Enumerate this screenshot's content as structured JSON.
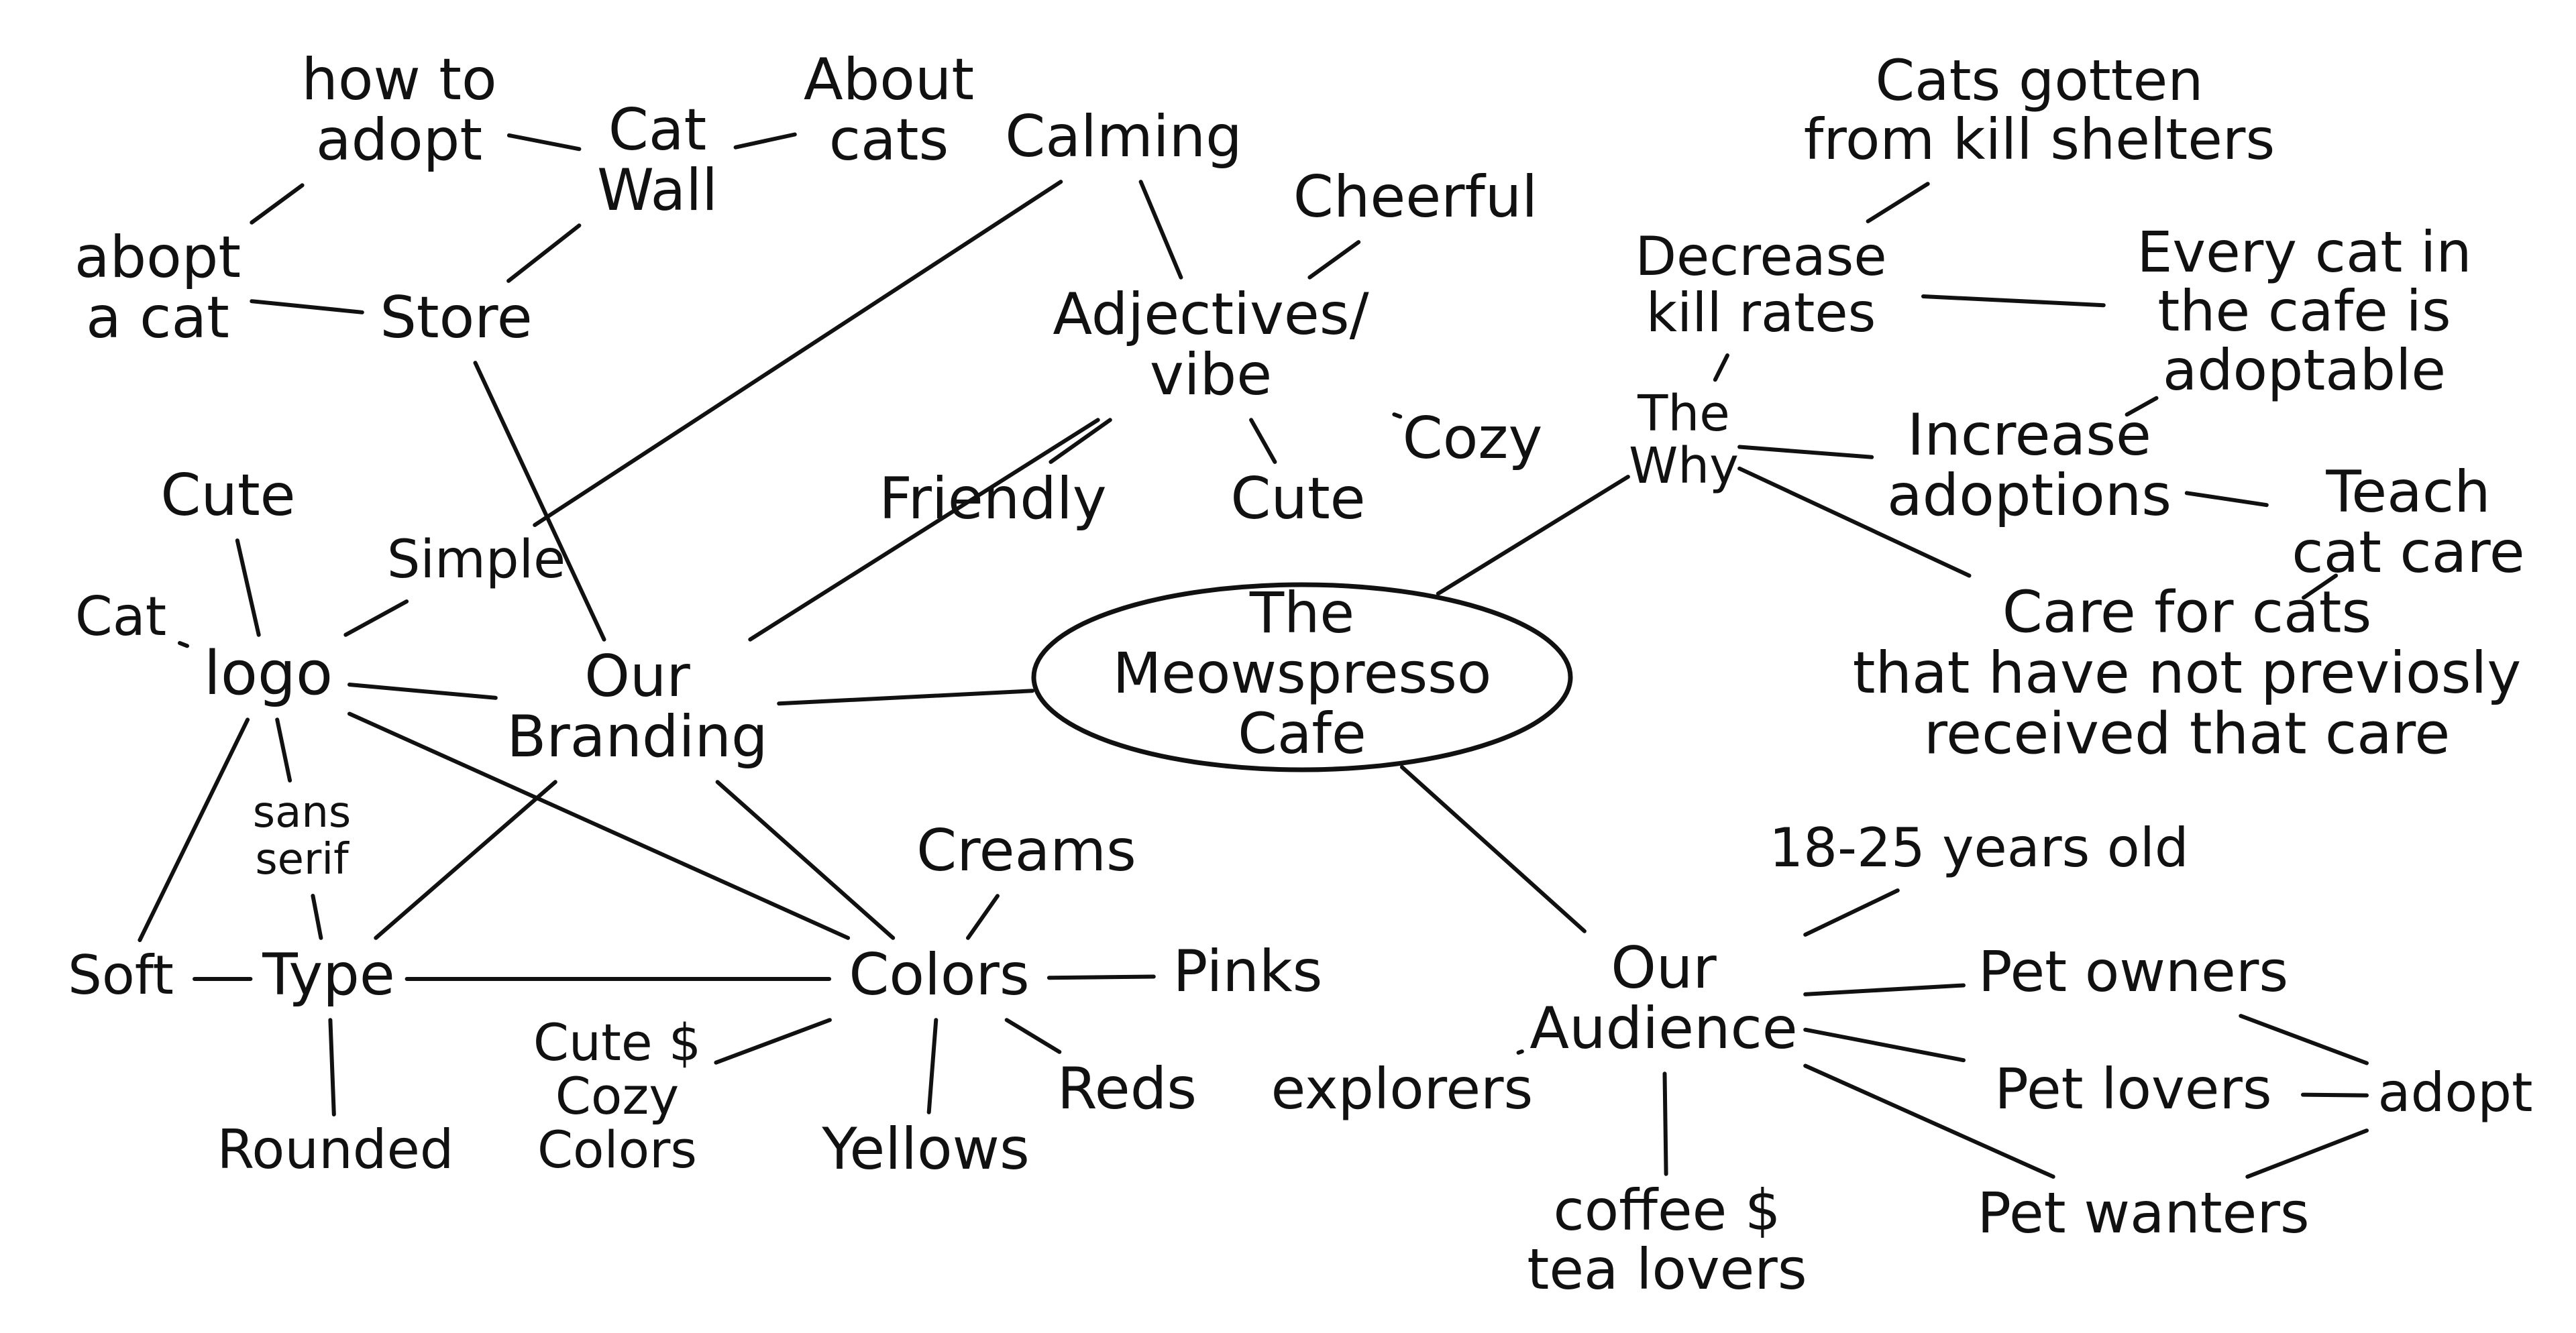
{
  "center": {
    "lines": [
      "The",
      "Meowspresso",
      "Cafe"
    ]
  },
  "nodes": {
    "how_to_adopt": {
      "lines": [
        "how to",
        "adopt"
      ]
    },
    "adopt_a_cat": {
      "lines": [
        "abopt",
        "a cat"
      ]
    },
    "cat_wall": {
      "lines": [
        "Cat",
        "Wall"
      ]
    },
    "about_cats": {
      "lines": [
        "About",
        "cats"
      ]
    },
    "store": {
      "lines": [
        "Store"
      ]
    },
    "calming": {
      "lines": [
        "Calming"
      ]
    },
    "cheerful": {
      "lines": [
        "Cheerful"
      ]
    },
    "adjectives_vibe": {
      "lines": [
        "Adjectives/",
        "vibe"
      ]
    },
    "cozy_vibe": {
      "lines": [
        "Cozy"
      ]
    },
    "friendly": {
      "lines": [
        "Friendly"
      ]
    },
    "cute_vibe": {
      "lines": [
        "Cute"
      ]
    },
    "cute_logo": {
      "lines": [
        "Cute"
      ]
    },
    "simple": {
      "lines": [
        "Simple"
      ]
    },
    "cat_logo": {
      "lines": [
        "Cat"
      ]
    },
    "logo": {
      "lines": [
        "logo"
      ]
    },
    "our_branding": {
      "lines": [
        "Our",
        "Branding"
      ]
    },
    "sans_serif": {
      "lines": [
        "sans",
        "serif"
      ]
    },
    "soft": {
      "lines": [
        "Soft"
      ]
    },
    "type": {
      "lines": [
        "Type"
      ]
    },
    "rounded": {
      "lines": [
        "Rounded"
      ]
    },
    "creams": {
      "lines": [
        "Creams"
      ]
    },
    "colors": {
      "lines": [
        "Colors"
      ]
    },
    "pinks": {
      "lines": [
        "Pinks"
      ]
    },
    "cute_cozy_colors": {
      "lines": [
        "Cute $",
        "Cozy",
        "Colors"
      ]
    },
    "reds": {
      "lines": [
        "Reds"
      ]
    },
    "yellows": {
      "lines": [
        "Yellows"
      ]
    },
    "cats_gotten": {
      "lines": [
        "Cats gotten",
        "from kill shelters"
      ]
    },
    "decrease_kill_rates": {
      "lines": [
        "Decrease",
        "kill rates"
      ]
    },
    "every_cat": {
      "lines": [
        "Every cat in",
        "the cafe is",
        "adoptable"
      ]
    },
    "the_why": {
      "lines": [
        "The",
        "Why"
      ]
    },
    "increase_adoptions": {
      "lines": [
        "Increase",
        "adoptions"
      ]
    },
    "teach_cat_care": {
      "lines": [
        "Teach",
        "cat care"
      ]
    },
    "care_for_cats": {
      "lines": [
        "Care for cats",
        "that have not previosly",
        "received that care"
      ]
    },
    "age_range": {
      "lines": [
        "18-25 years old"
      ]
    },
    "our_audience": {
      "lines": [
        "Our",
        "Audience"
      ]
    },
    "pet_owners": {
      "lines": [
        "Pet owners"
      ]
    },
    "explorers": {
      "lines": [
        "explorers"
      ]
    },
    "pet_lovers": {
      "lines": [
        "Pet lovers"
      ]
    },
    "adopt": {
      "lines": [
        "adopt"
      ]
    },
    "coffee_tea": {
      "lines": [
        "coffee $",
        "tea lovers"
      ]
    },
    "pet_wanters": {
      "lines": [
        "Pet wanters"
      ]
    }
  },
  "connections": [
    [
      "how_to_adopt",
      "cat_wall"
    ],
    [
      "how_to_adopt",
      "adopt_a_cat"
    ],
    [
      "cat_wall",
      "about_cats"
    ],
    [
      "cat_wall",
      "store"
    ],
    [
      "adopt_a_cat",
      "store"
    ],
    [
      "store",
      "our_branding"
    ],
    [
      "calming",
      "simple"
    ],
    [
      "calming",
      "adjectives_vibe"
    ],
    [
      "cheerful",
      "adjectives_vibe"
    ],
    [
      "adjectives_vibe",
      "friendly"
    ],
    [
      "adjectives_vibe",
      "cute_vibe"
    ],
    [
      "adjectives_vibe",
      "cozy_vibe"
    ],
    [
      "adjectives_vibe",
      "our_branding"
    ],
    [
      "cute_logo",
      "logo"
    ],
    [
      "simple",
      "logo"
    ],
    [
      "cat_logo",
      "logo"
    ],
    [
      "logo",
      "our_branding"
    ],
    [
      "logo",
      "sans_serif"
    ],
    [
      "logo",
      "soft"
    ],
    [
      "logo",
      "colors"
    ],
    [
      "sans_serif",
      "type"
    ],
    [
      "soft",
      "type"
    ],
    [
      "type",
      "rounded"
    ],
    [
      "type",
      "our_branding"
    ],
    [
      "type",
      "colors"
    ],
    [
      "our_branding",
      "center"
    ],
    [
      "our_branding",
      "colors"
    ],
    [
      "colors",
      "creams"
    ],
    [
      "colors",
      "pinks"
    ],
    [
      "colors",
      "reds"
    ],
    [
      "colors",
      "yellows"
    ],
    [
      "colors",
      "cute_cozy_colors"
    ],
    [
      "center",
      "the_why"
    ],
    [
      "center",
      "our_audience"
    ],
    [
      "the_why",
      "decrease_kill_rates"
    ],
    [
      "the_why",
      "increase_adoptions"
    ],
    [
      "the_why",
      "care_for_cats"
    ],
    [
      "decrease_kill_rates",
      "cats_gotten"
    ],
    [
      "decrease_kill_rates",
      "every_cat"
    ],
    [
      "increase_adoptions",
      "every_cat"
    ],
    [
      "increase_adoptions",
      "teach_cat_care"
    ],
    [
      "teach_cat_care",
      "care_for_cats"
    ],
    [
      "our_audience",
      "age_range"
    ],
    [
      "our_audience",
      "pet_owners"
    ],
    [
      "our_audience",
      "explorers"
    ],
    [
      "our_audience",
      "pet_lovers"
    ],
    [
      "our_audience",
      "coffee_tea"
    ],
    [
      "our_audience",
      "pet_wanters"
    ],
    [
      "pet_owners",
      "adopt"
    ],
    [
      "pet_lovers",
      "adopt"
    ],
    [
      "pet_wanters",
      "adopt"
    ]
  ]
}
